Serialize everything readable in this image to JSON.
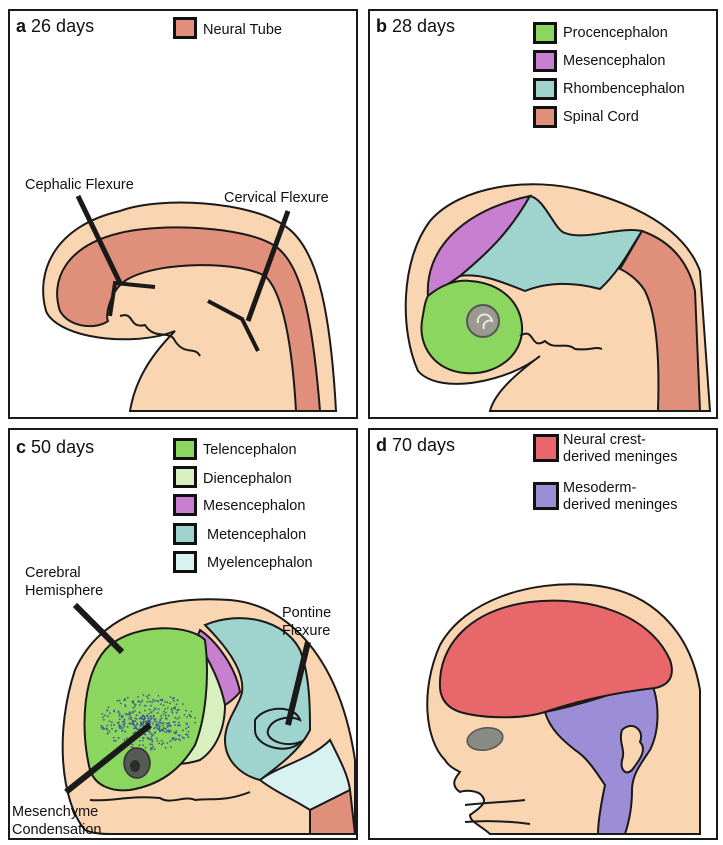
{
  "panels": {
    "a": {
      "letter": "a",
      "title": "26 days",
      "legend": [
        {
          "label": "Neural Tube",
          "color": "#e0907a"
        }
      ],
      "annotations": {
        "cephalic": "Cephalic Flexure",
        "cervical": "Cervical Flexure"
      }
    },
    "b": {
      "letter": "b",
      "title": "28 days",
      "legend": [
        {
          "label": "Procencephalon",
          "color": "#8bd65f"
        },
        {
          "label": "Mesencephalon",
          "color": "#c97fcf"
        },
        {
          "label": "Rhombencephalon",
          "color": "#9fd3ce"
        },
        {
          "label": "Spinal Cord",
          "color": "#e0907a"
        }
      ]
    },
    "c": {
      "letter": "c",
      "title": "50 days",
      "legend": [
        {
          "label": "Telencephalon",
          "color": "#8bd65f"
        },
        {
          "label": "Diencephalon",
          "color": "#d8f0bf"
        },
        {
          "label": "Mesencephalon",
          "color": "#c97fcf"
        },
        {
          "label": "Metencephalon",
          "color": "#9fd3ce"
        },
        {
          "label": "Myelencephalon",
          "color": "#d8f2f1"
        }
      ],
      "annotations": {
        "cerebral_1": "Cerebral",
        "cerebral_2": "Hemisphere",
        "pontine_1": "Pontine",
        "pontine_2": "Flexure",
        "mesenchyme_1": "Mesenchyme",
        "mesenchyme_2": "Condensation"
      }
    },
    "d": {
      "letter": "d",
      "title": "70 days",
      "legend": [
        {
          "label_1": "Neural crest-",
          "label_2": "derived meninges",
          "color": "#e8676a"
        },
        {
          "label_1": "Mesoderm-",
          "label_2": "derived meninges",
          "color": "#9b8ed6"
        }
      ]
    }
  },
  "colors": {
    "skin": "#f9d5b2",
    "outline": "#1a1a1a",
    "eye": "#8a8a84"
  }
}
